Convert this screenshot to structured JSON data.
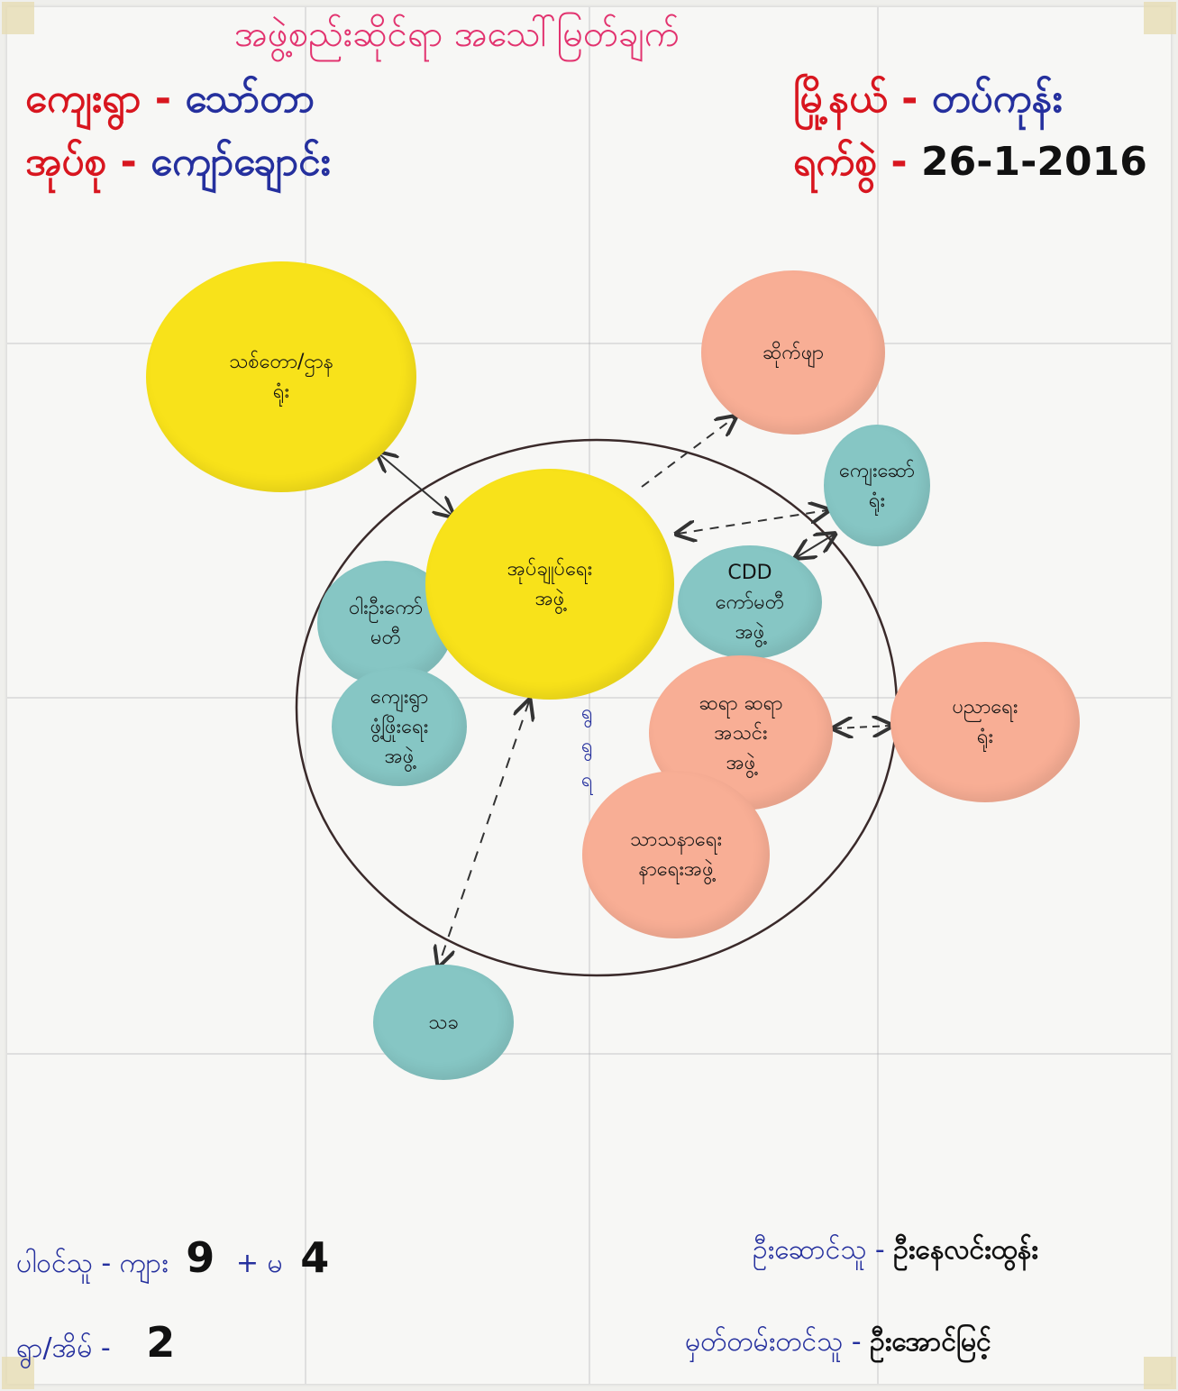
{
  "header": {
    "title": "အဖွဲ့စည်းဆိုင်ရာ အသေါ်မြတ်ချက်",
    "village_label": "ကျေးရွာ -",
    "village_value": "သော်တာ",
    "tract_label": "အုပ်စု -",
    "tract_value": "ကျော်ချောင်း",
    "township_label": "မြို့နယ် -",
    "township_value": "တပ်ကုန်း",
    "date_label": "ရက်စွဲ -",
    "date_value": "26-1-2016"
  },
  "nodes": {
    "forest_dept": "သစ်တော/ဌာန",
    "forest_dept_2": "ရုံး",
    "livestock": "ဆိုက်ဖျာ",
    "village_office": "ကျေးဆော်",
    "village_office_2": "ရုံး",
    "admin_group": "အုပ်ချုပ်ရေး",
    "admin_group_2": "အဖွဲ့",
    "cdd_1": "CDD",
    "cdd_2": "ကော်မတီ",
    "cdd_3": "အဖွဲ့",
    "health_1": "ပညာရေး",
    "health_2": "ရုံး",
    "library_1": "ဝါးဦးကော်",
    "library_2": "မတီ",
    "village_dev_1": "ကျေးရွာ",
    "village_dev_2": "ဖွံ့ဖြိုးရေး",
    "village_dev_3": "အဖွဲ့",
    "women_1": "ဆရာ ဆရာ",
    "women_2": "အသင်း",
    "women_3": "အဖွဲ့",
    "religion_1": "သာသနာရေး",
    "religion_2": "နာရေးအဖွဲ့",
    "misc_1": "သခ",
    "side_1": "ရွ",
    "side_2": "ရွ",
    "side_3": "ရ"
  },
  "footer": {
    "participants_label": "ပါဝင်သူ - ကျား",
    "male_count": "9",
    "female_label": "+ မ",
    "female_count": "4",
    "households_label": "ရွာ/အိမ် -",
    "households_value": "2",
    "facilitator_label": "ဦးဆောင်သူ -",
    "facilitator_value": "ဦးနေလင်းထွန်း",
    "recorder_label": "မှတ်တမ်းတင်သူ -",
    "recorder_value": "ဦးအောင်မြင့်"
  },
  "colors": {
    "yellow": "#f8e21a",
    "pink": "#f8ae95",
    "teal": "#86c6c4",
    "title": "#e2336f",
    "label_red": "#d8161f",
    "value_blue": "#25309e"
  }
}
